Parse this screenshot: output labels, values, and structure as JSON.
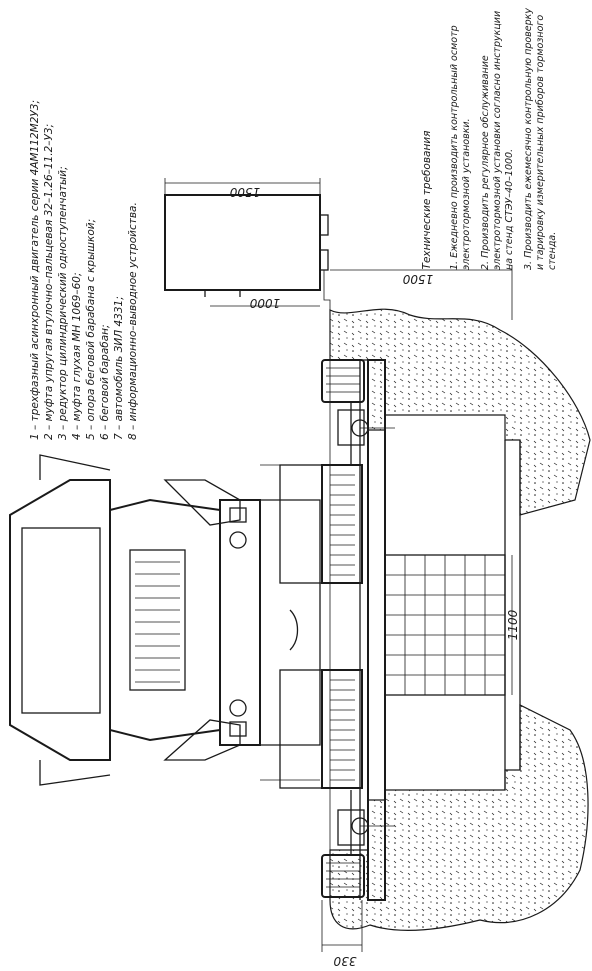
{
  "legend": {
    "items": [
      "1 – трехфазный асинхронный двигатель серии 4АМ112М2У3;",
      "2 – муфта упругая втулочно–пальцевая 32–1.26–11.2–У3;",
      "3 – редуктор цилиндрический одноступенчатый;",
      "4 – муфта глухая МН 1069–60;",
      "5 – опора беговой барабана с крышкой;",
      "6 – беговой барабан;",
      "7 – автомобиль ЗИЛ 4331;",
      "8 – информационно–выводное устройства."
    ]
  },
  "requirements": {
    "title": "Технические требования",
    "items": [
      "1. Ежедневно производить контрольный осмотр",
      "электротормозной установки.",
      "2. Производить регулярное обслуживание",
      "электротормозной установки согласно инструкции",
      "на стенд СТЭУ–40–1000.",
      "3. Производить ежемесячно контрольную проверку",
      "и тарировку измерительных приборов тормозного",
      "стенда."
    ]
  },
  "dimensions": {
    "cabinet_width": "1500",
    "cabinet_depth": "1000",
    "cabinet_offset": "1500",
    "pit_width": "1100",
    "edge": "330"
  }
}
